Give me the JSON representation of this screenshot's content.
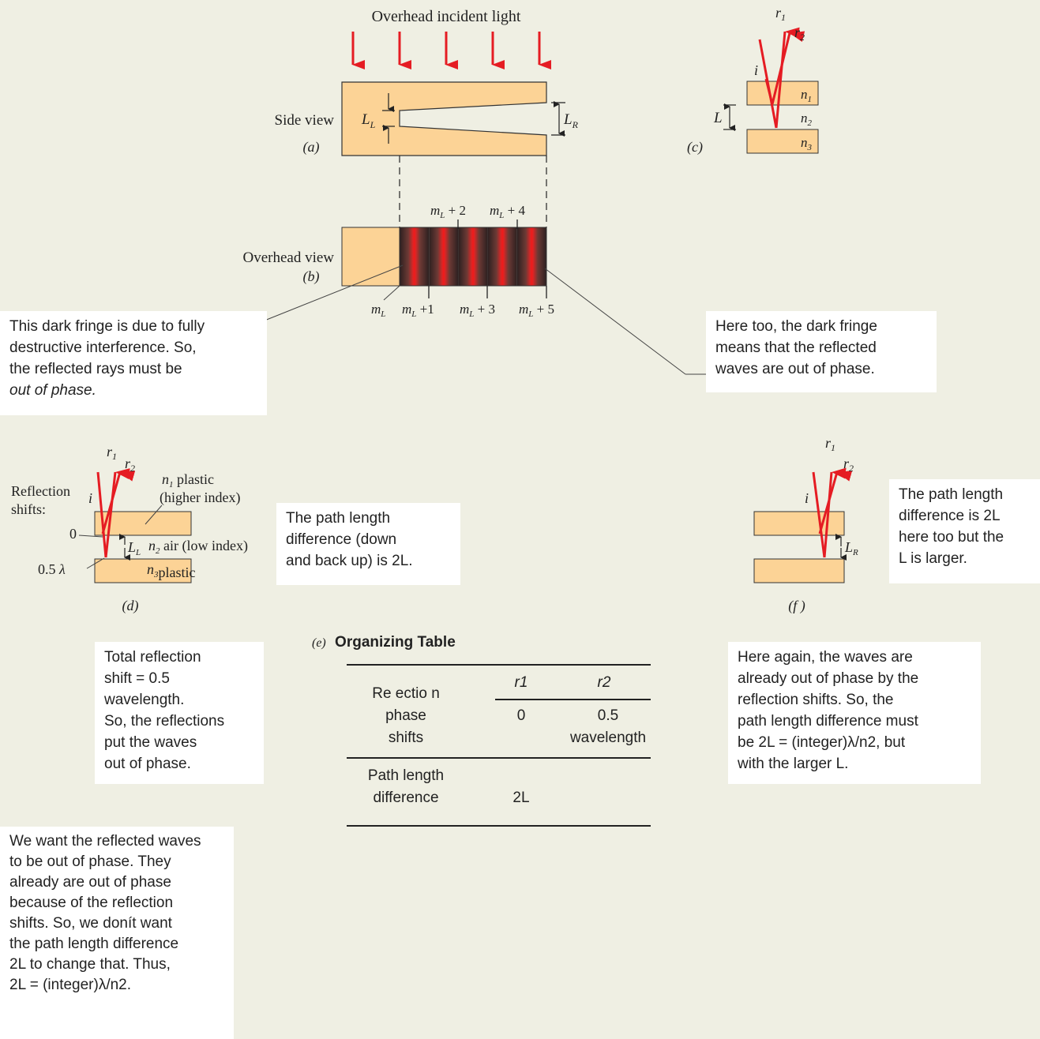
{
  "colors": {
    "background": "#efefe3",
    "plastic": "#fcd396",
    "ray": "#e51c23",
    "fringe_dark": "#3a2a28",
    "fringe_bright": "#e31b1b"
  },
  "panel_a": {
    "title": "Overhead incident light",
    "side_view": "Side view",
    "label": "(a)",
    "LL": "L",
    "LL_sub": "L",
    "LR": "L",
    "LR_sub": "R"
  },
  "panel_b": {
    "overhead_view": "Overhead view",
    "label": "(b)",
    "top_labels": [
      "m_L + 2",
      "m_L + 4"
    ],
    "bottom_labels": [
      "m_L",
      "m_L +1",
      "m_L + 3",
      "m_L + 5"
    ]
  },
  "panel_c": {
    "label": "(c)",
    "r1": "r",
    "r1_sub": "1",
    "r2": "r",
    "r2_sub": "2",
    "i": "i",
    "L": "L",
    "n1": "n",
    "n1_sub": "1",
    "n2": "n",
    "n2_sub": "2",
    "n3": "n",
    "n3_sub": "3"
  },
  "panel_d": {
    "label": "(d)",
    "r1": "r",
    "r1_sub": "1",
    "r2": "r",
    "r2_sub": "2",
    "i": "i",
    "reflection": "Reflection",
    "shifts": "shifts:",
    "n1_text": "plastic",
    "higher": "(higher index)",
    "n2_text": "air (low index)",
    "n3_text": "plastic",
    "zero": "0",
    "half": "0.5",
    "lambda": "λ",
    "LL": "L",
    "LL_sub": "L"
  },
  "panel_f": {
    "label": "(f )",
    "r1": "r",
    "r1_sub": "1",
    "r2": "r",
    "r2_sub": "2",
    "i": "i",
    "LR": "L",
    "LR_sub": "R"
  },
  "notes": {
    "left_fringe": [
      "This dark fringe is due to fully",
      "destructive interference. So,",
      "the reflected rays must be",
      "out of phase."
    ],
    "right_fringe": [
      "Here too, the dark fringe",
      "means that the reflected",
      "waves are out of phase."
    ],
    "path_d": [
      "The path length",
      "difference (down",
      "and back up) is 2L."
    ],
    "path_f": [
      "The path length",
      "difference is 2L",
      "here too but the",
      "L is larger."
    ],
    "total_shift": [
      "Total reflection",
      "shift = 0.5",
      "wavelength.",
      "So, the reflections",
      "put the waves",
      "out of phase."
    ],
    "again": [
      "Here again, the waves are",
      "already out of phase by the",
      "reflection shifts. So, the",
      "path length difference must",
      "be 2L = (integer)λ/n2, but",
      "with the larger L."
    ],
    "want": [
      "We want the reflected waves",
      "to be out of phase. They",
      "already are out of phase",
      "because of the reflection",
      "shifts. So, we donít want",
      "the path length difference",
      "2L to change that. Thus,",
      "2L = (integer)λ/n2."
    ]
  },
  "table": {
    "label": "(e)",
    "title": "Organizing Table",
    "col_r1": "r1",
    "col_r2": "r2",
    "row1_label": [
      "Re ectio n",
      "phase",
      "shifts"
    ],
    "row1_r1": "0",
    "row1_r2": [
      "0.5",
      "wavelength"
    ],
    "row2_label": [
      "Path length",
      "difference"
    ],
    "row2_r1": "2L"
  }
}
